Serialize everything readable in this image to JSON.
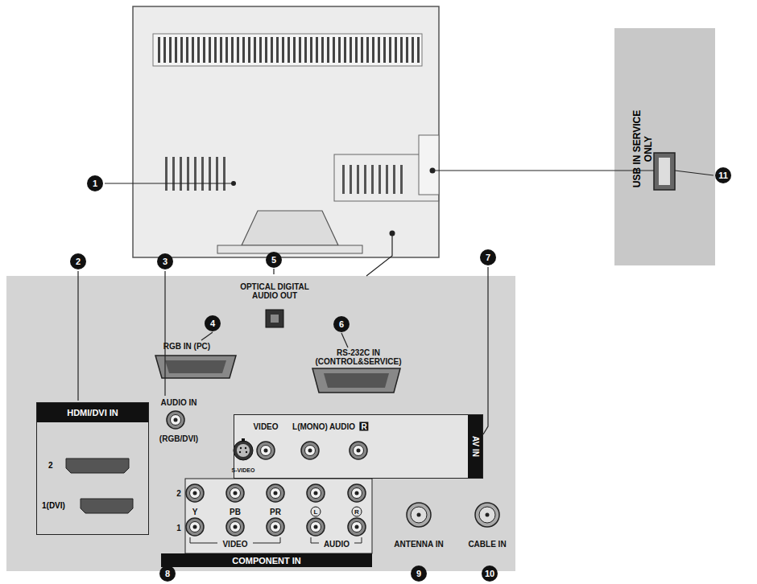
{
  "diagram": {
    "nodes": [
      {
        "text": [
          "USB IN SERVICE ONLY"
        ]
      },
      {
        "text": [
          "HDMI/DVI IN",
          "2",
          "1(DVI)"
        ]
      },
      {
        "text": [
          "AV IN"
        ]
      },
      {
        "text": [
          "COMPONENT IN"
        ]
      }
    ],
    "labels": [
      "1",
      "2",
      "3",
      "4",
      "5",
      "6",
      "7",
      "8",
      "9",
      "10",
      "11",
      "OPTICAL DIGITAL AUDIO OUT",
      "RGB IN (PC)",
      "RS-232C IN (CONTROL&SERVICE)",
      "AUDIO IN",
      "(RGB/DVI)",
      "S-VIDEO",
      "VIDEO",
      "L(MONO)",
      "AUDIO",
      "R",
      "2",
      "1",
      "Y",
      "PB",
      "PR",
      "L",
      "R",
      "VIDEO",
      "AUDIO",
      "ANTENNA IN",
      "CABLE IN"
    ]
  }
}
